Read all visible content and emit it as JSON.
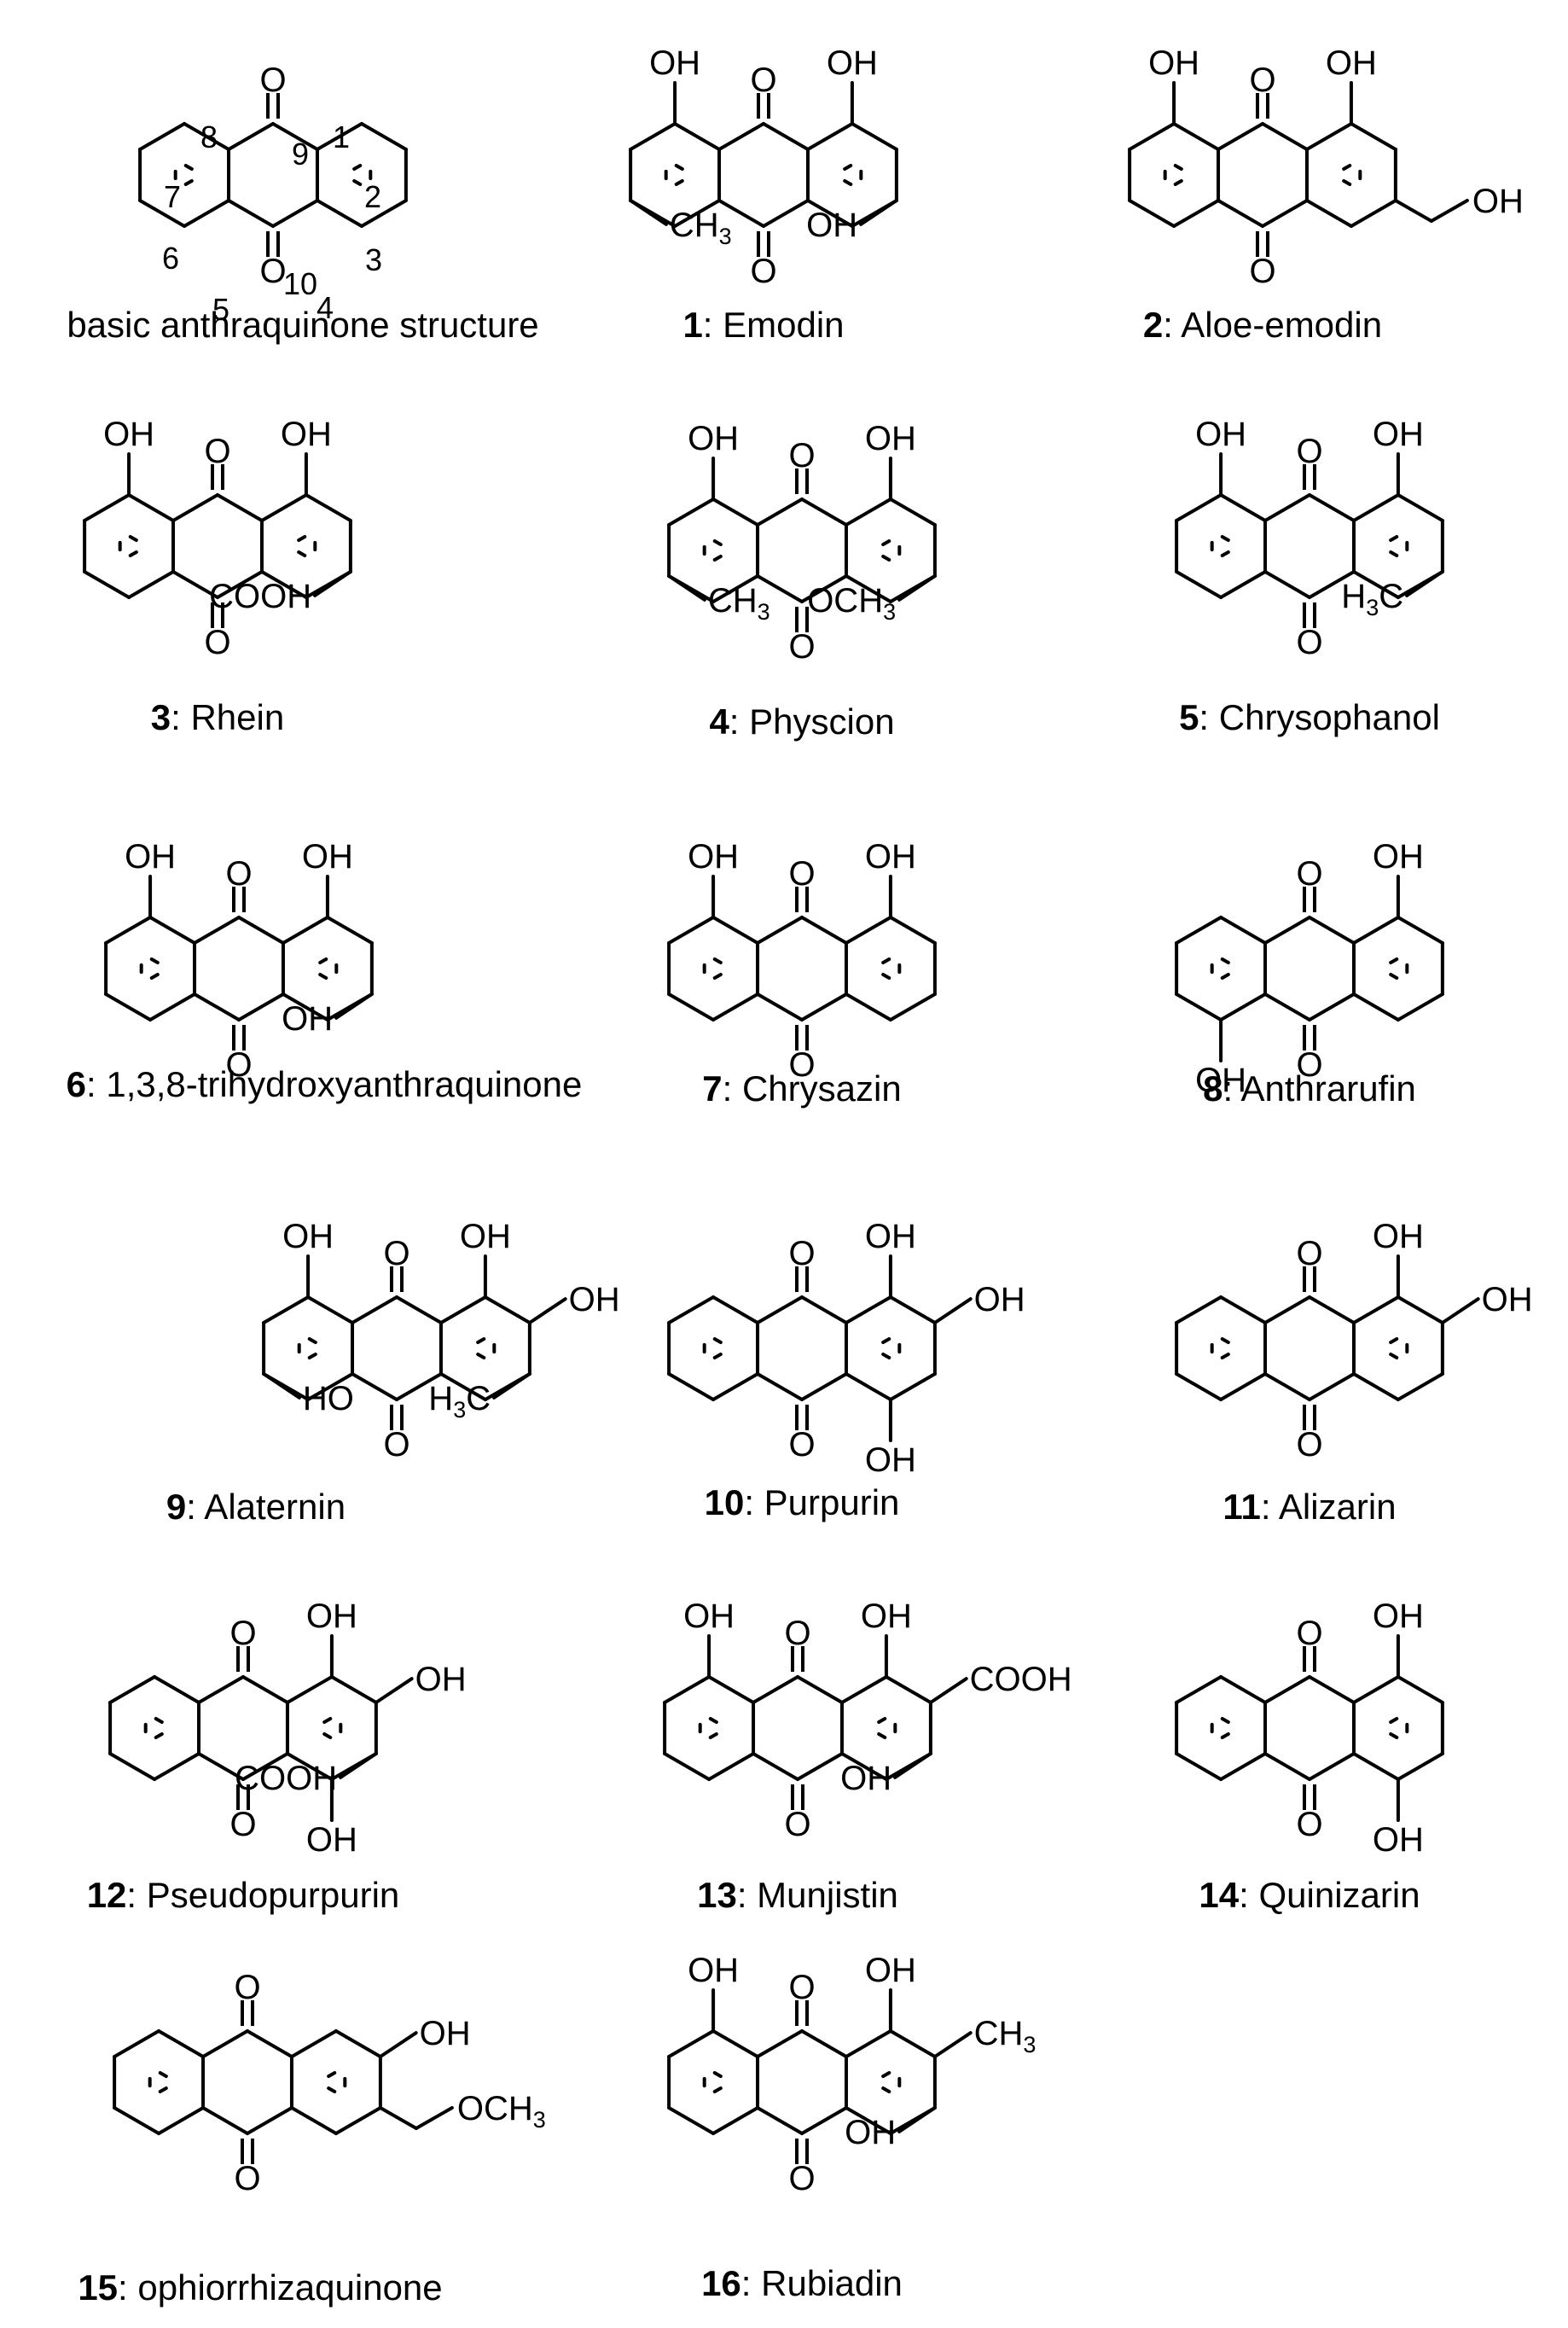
{
  "numbering": {
    "C1": "1",
    "C2": "2",
    "C3": "3",
    "C4": "4",
    "C5": "5",
    "C6": "6",
    "C7": "7",
    "C8": "8",
    "C9": "9",
    "C10": "10"
  },
  "captions": [
    {
      "number": "",
      "name": "basic anthraquinone structure"
    },
    {
      "number": "1",
      "name": ": Emodin"
    },
    {
      "number": "2",
      "name": ": Aloe-emodin"
    },
    {
      "number": "3",
      "name": ": Rhein"
    },
    {
      "number": "4",
      "name": ": Physcion"
    },
    {
      "number": "5",
      "name": ": Chrysophanol"
    },
    {
      "number": "6",
      "name": ":  1,3,8-trihydroxyanthraquinone"
    },
    {
      "number": "7",
      "name": ": Chrysazin"
    },
    {
      "number": "8",
      "name": ": Anthrarufin"
    },
    {
      "number": "9",
      "name": ": Alaternin"
    },
    {
      "number": "10",
      "name": ": Purpurin"
    },
    {
      "number": "11",
      "name": ": Alizarin"
    },
    {
      "number": "12",
      "name": ": Pseudopurpurin"
    },
    {
      "number": "13",
      "name": ": Munjistin"
    },
    {
      "number": "14",
      "name": ": Quinizarin"
    },
    {
      "number": "15",
      "name": ": ophiorrhizaquinone"
    },
    {
      "number": "16",
      "name": ": Rubiadin"
    }
  ],
  "structures": [
    {
      "subs": {}
    },
    {
      "subs": {
        "1": "OH",
        "3": "CH3",
        "8": "OH",
        "6": "OH"
      }
    },
    {
      "subs": {
        "1": "OH",
        "8": "OH",
        "6": "CH2OH"
      }
    },
    {
      "subs": {
        "1": "OH",
        "8": "OH",
        "6": "COOH"
      }
    },
    {
      "subs": {
        "1": "OH",
        "3": "CH3",
        "8": "OH",
        "6": "OCH3"
      }
    },
    {
      "subs": {
        "1": "OH",
        "8": "OH",
        "6": "CH3"
      }
    },
    {
      "subs": {
        "1": "OH",
        "8": "OH",
        "6": "OH"
      }
    },
    {
      "subs": {
        "1": "OH",
        "8": "OH"
      }
    },
    {
      "subs": {
        "4": "OH",
        "8": "OH"
      }
    },
    {
      "subs": {
        "1": "OH",
        "3": "HO",
        "8": "OH",
        "7": "OH",
        "6": "CH3"
      }
    },
    {
      "subs": {
        "8": "OH",
        "7": "OH",
        "5": "OH"
      }
    },
    {
      "subs": {
        "8": "OH",
        "7": "OH"
      }
    },
    {
      "subs": {
        "8": "OH",
        "7": "OH",
        "6": "COOH",
        "5": "OH"
      }
    },
    {
      "subs": {
        "1": "OH",
        "8": "OH",
        "7": "COOH",
        "6": "OH"
      }
    },
    {
      "subs": {
        "8": "OH",
        "5": "OH"
      }
    },
    {
      "subs": {
        "7": "OH",
        "6": "CH2OCH3"
      }
    },
    {
      "subs": {
        "1": "OH",
        "8": "OH",
        "7": "CH3",
        "6": "OH"
      }
    }
  ],
  "atoms": {
    "oxygen": "O",
    "hydroxyl": "OH",
    "hydroxyl_left": "HO",
    "methyl_left": "H3C"
  }
}
